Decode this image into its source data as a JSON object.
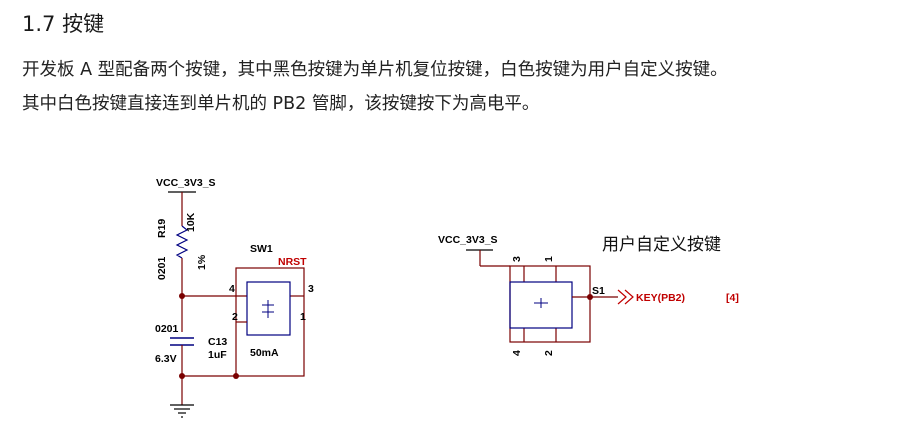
{
  "section": {
    "title": "1.7 按键"
  },
  "paragraphs": [
    "开发板 A 型配备两个按键，其中黑色按键为单片机复位按键，白色按键为用户自定义按键。",
    "其中白色按键直接连到单片机的 PB2 管脚，该按键按下为高电平。"
  ],
  "schematic": {
    "reset": {
      "vcc": "VCC_3V3_S",
      "resistor_ref": "R19",
      "resistor_value": "10K",
      "resistor_tol": "1%",
      "resistor_pkg": "0201",
      "switch_ref": "SW1",
      "net": "NRST",
      "pin_3": "3",
      "pin_4": "4",
      "pin_2": "2",
      "pin_1": "1",
      "switch_rating": "50mA",
      "cap_pkg": "0201",
      "cap_voltage": "6.3V",
      "cap_ref": "C13",
      "cap_value": "1uF"
    },
    "user": {
      "vcc": "VCC_3V3_S",
      "title": "用户自定义按键",
      "pin_3": "3",
      "pin_1": "1",
      "pin_4": "4",
      "pin_2": "2",
      "switch_ref": "S1",
      "net": "KEY(PB2)",
      "sheet_ref": "[4]"
    }
  },
  "colors": {
    "wire": "#7a0000",
    "component": "#000080",
    "net": "#c00000"
  }
}
